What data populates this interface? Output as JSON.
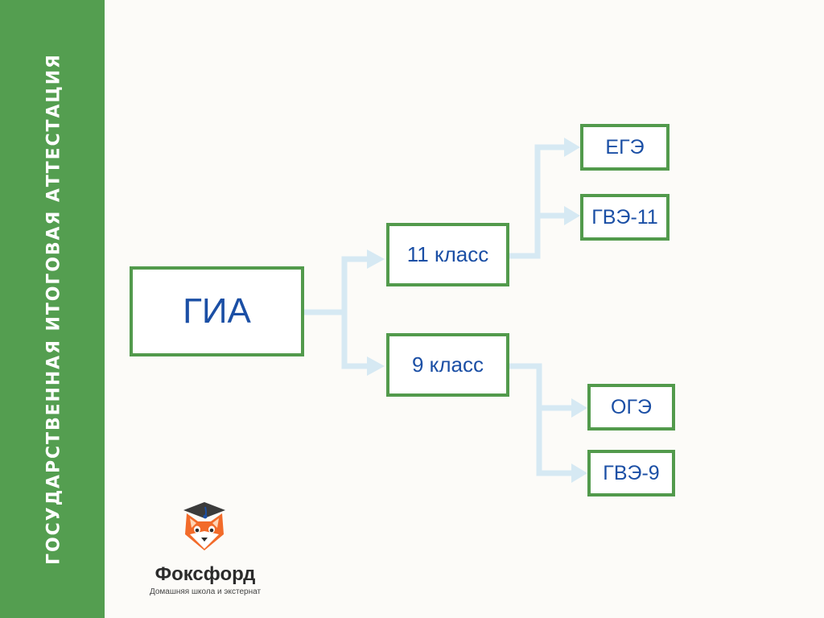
{
  "sidebar": {
    "title": "ГОСУДАРСТВЕННАЯ ИТОГОВАЯ АТТЕСТАЦИЯ"
  },
  "diagram": {
    "root": "ГИА",
    "grade11": {
      "label": "11 класс",
      "children": [
        "ЕГЭ",
        "ГВЭ-11"
      ]
    },
    "grade9": {
      "label": "9 класс",
      "children": [
        "ОГЭ",
        "ГВЭ-9"
      ]
    }
  },
  "logo": {
    "name": "Фоксфорд",
    "tagline": "Домашняя школа и экстернат",
    "icon": "fox-graduate-logo-icon"
  },
  "colors": {
    "sidebar": "#549e50",
    "box_border": "#529a4c",
    "text": "#1b4fa5",
    "connector": "#d6e9f3",
    "background": "#fcfbf8"
  }
}
